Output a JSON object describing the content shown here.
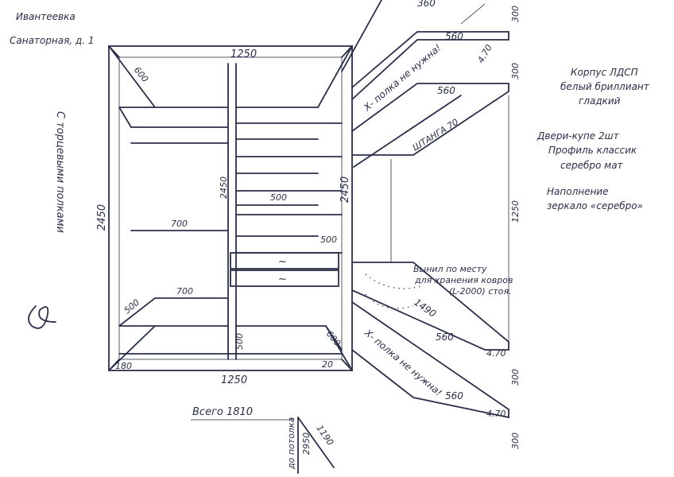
{
  "header": {
    "city": "Ивантеевка",
    "address": "Санаторная, д. 1"
  },
  "side_note": "С торцевыми полками",
  "signature": "Подпись",
  "wardrobe": {
    "width_top": "1250",
    "width_bottom": "1250",
    "height_left": "2450",
    "height_mid": "2450",
    "height_right": "2450",
    "depth_top_left": "600",
    "shelf_left_upper": "700",
    "shelf_left_lower": "700",
    "shelf_mid": "500",
    "shelf_mid_low": "500",
    "bottom_left": "500",
    "bottom_mid": "500",
    "bottom_right": "600",
    "base_left": "180",
    "base_right": "20",
    "drawer_mark_1": "~",
    "drawer_mark_2": "~"
  },
  "side_shelves": {
    "top_cut": "360",
    "top_depth_1": "560",
    "top_depth_2": "560",
    "low_depth_1": "560",
    "low_depth_2": "560",
    "gap_1": "300",
    "gap_2": "300",
    "gap_3": "300",
    "gap_4": "300",
    "thick_1": "4.70",
    "thick_2": "4.70",
    "thick_3": "4.70",
    "height": "1250",
    "rod": "ШТАНГА 70",
    "length": "1490",
    "no_shelf_top": "Х- полка не нужна!",
    "no_shelf_bottom": "Х- полка не нужна!",
    "cutout_note": [
      "Вынил по месту",
      "для хранения ковров",
      "(L-2000) стоя."
    ]
  },
  "notes": [
    "Корпус ЛДСП",
    "белый бриллиант",
    "гладкий",
    "Двери-купе 2шт",
    "Профиль классик",
    "серебро мат",
    "Наполнение",
    "зеркало «серебро»"
  ],
  "totals": {
    "total": "Всего 1810",
    "ceiling": "до потолка",
    "ceiling_value": "2950",
    "diagonal": "1190"
  }
}
